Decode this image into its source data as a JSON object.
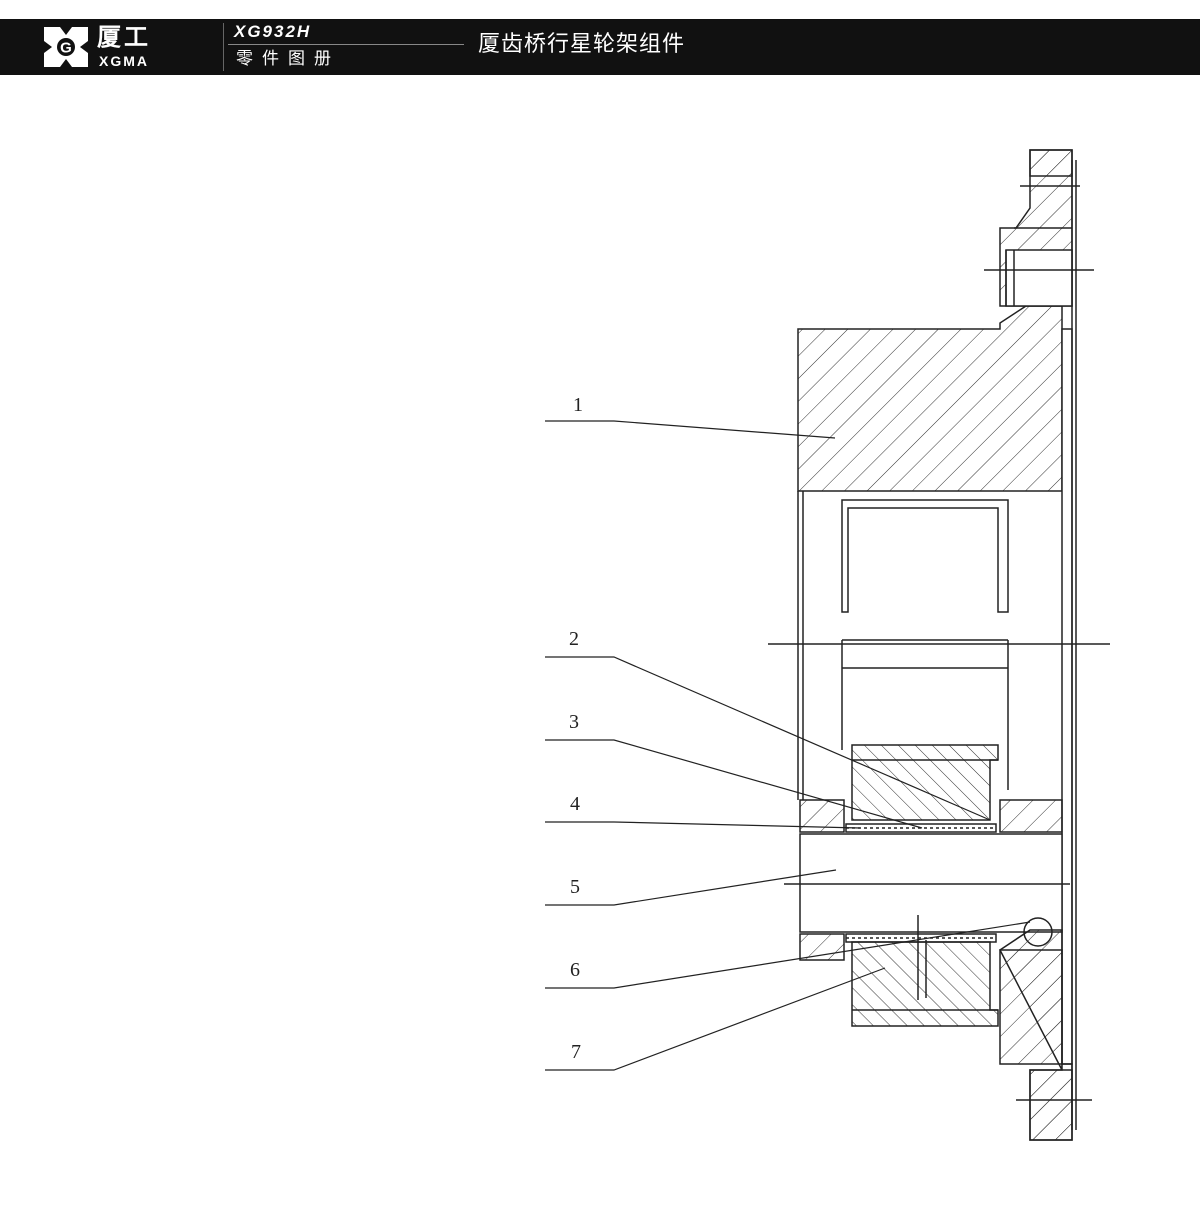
{
  "header": {
    "brand_cn": "厦工",
    "brand_en": "XGMA",
    "logo_letter": "G",
    "model": "XG932H",
    "catalog": "零件图册",
    "title": "厦齿桥行星轮架组件"
  },
  "callouts": [
    "1",
    "2",
    "3",
    "4",
    "5",
    "6",
    "7"
  ],
  "colors": {
    "header_bg": "#111111",
    "line": "#222222"
  },
  "icons": [
    "xgma-logo-icon"
  ]
}
